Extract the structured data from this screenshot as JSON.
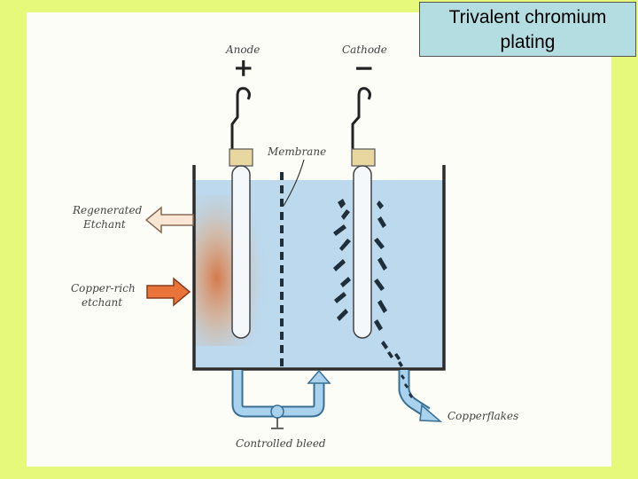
{
  "title": "Trivalent chromium plating",
  "labels": {
    "anode": "Anode",
    "cathode": "Cathode",
    "membrane": "Membrane",
    "regenerated_line1": "Regenerated",
    "regenerated_line2": "Etchant",
    "copper_rich_line1": "Copper-rich",
    "copper_rich_line2": "etchant",
    "controlled_bleed": "Controlled bleed",
    "copper_flakes": "Copperflakes"
  },
  "symbols": {
    "anode": "+",
    "cathode": "−"
  },
  "colors": {
    "background": "#e6f97a",
    "solution": "#bcd9ee",
    "title_box": "#b3dde1",
    "arrow_orange": "#e8743a",
    "arrow_outline": "#f4d6b8",
    "pipe_blue": "#5fa8dc",
    "electrode_cap": "#e9d7a0"
  }
}
